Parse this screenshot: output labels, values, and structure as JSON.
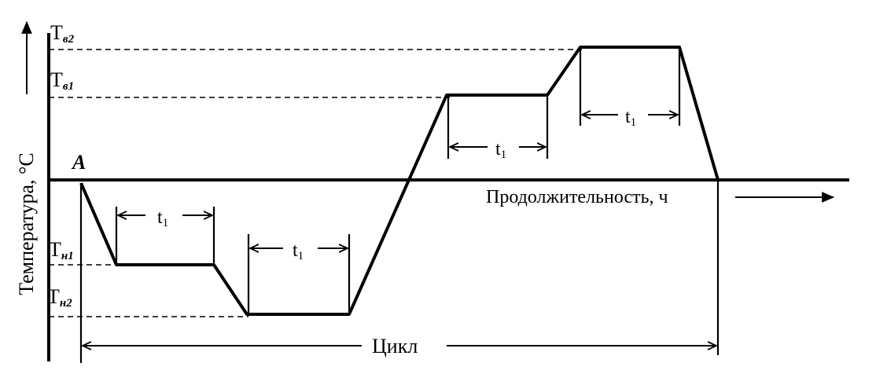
{
  "labels": {
    "y_axis": "Температура, °С",
    "x_axis": "Продолжительность, ч",
    "point_a": "A",
    "cycle": "Цикл",
    "t_main": "t",
    "t_sub": "1"
  },
  "levels": {
    "te2": {
      "main": "T",
      "sub": "в2"
    },
    "te1": {
      "main": "T",
      "sub": "в1"
    },
    "ta1": {
      "main": "T",
      "sub": "н1"
    },
    "ta2": {
      "main": "T",
      "sub": "н2"
    }
  }
}
